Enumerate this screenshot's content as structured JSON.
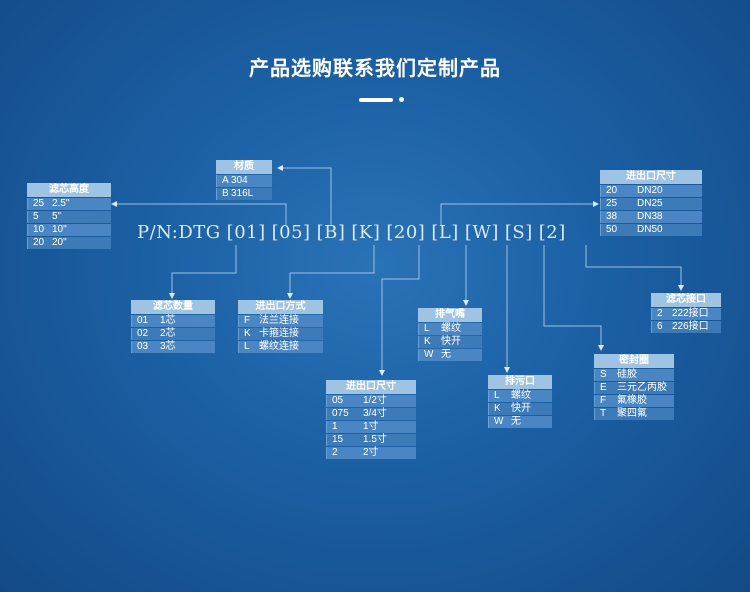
{
  "title": "产品选购联系我们定制产品",
  "pn": {
    "prefix": "P/N:DTG",
    "segments": [
      "[01]",
      "[05]",
      "[B]",
      "[K]",
      "[20]",
      "[L]",
      "[W]",
      "[S]",
      "[2]"
    ]
  },
  "tables": {
    "material": {
      "header": "材质",
      "rows": [
        [
          "A",
          "304"
        ],
        [
          "B",
          "316L"
        ]
      ]
    },
    "filter_height": {
      "header": "滤芯高度",
      "rows": [
        [
          "25",
          "2.5\""
        ],
        [
          "5",
          "5\""
        ],
        [
          "10",
          "10\""
        ],
        [
          "20",
          "20\""
        ]
      ]
    },
    "outlet_size_dn": {
      "header": "进出口尺寸",
      "rows": [
        [
          "20",
          "DN20"
        ],
        [
          "25",
          "DN25"
        ],
        [
          "38",
          "DN38"
        ],
        [
          "50",
          "DN50"
        ]
      ]
    },
    "filter_count": {
      "header": "滤芯数量",
      "rows": [
        [
          "01",
          "1芯"
        ],
        [
          "02",
          "2芯"
        ],
        [
          "03",
          "3芯"
        ]
      ]
    },
    "connection": {
      "header": "进出口方式",
      "rows": [
        [
          "F",
          "法兰连接"
        ],
        [
          "K",
          "卡箍连接"
        ],
        [
          "L",
          "螺纹连接"
        ]
      ]
    },
    "vent": {
      "header": "排气嘴",
      "rows": [
        [
          "L",
          "螺纹"
        ],
        [
          "K",
          "快开"
        ],
        [
          "W",
          "无"
        ]
      ]
    },
    "filter_interface": {
      "header": "滤芯接口",
      "rows": [
        [
          "2",
          "222接口"
        ],
        [
          "6",
          "226接口"
        ]
      ]
    },
    "seal": {
      "header": "密封圈",
      "rows": [
        [
          "S",
          "硅胶"
        ],
        [
          "E",
          "三元乙丙胶"
        ],
        [
          "F",
          "氟橡胶"
        ],
        [
          "T",
          "聚四氟"
        ]
      ]
    },
    "drain": {
      "header": "排污口",
      "rows": [
        [
          "L",
          "螺纹"
        ],
        [
          "K",
          "快开"
        ],
        [
          "W",
          "无"
        ]
      ]
    },
    "outlet_size_inch": {
      "header": "进出口尺寸",
      "rows": [
        [
          "05",
          "1/2寸"
        ],
        [
          "075",
          "3/4寸"
        ],
        [
          "1",
          "1寸"
        ],
        [
          "15",
          "1.5寸"
        ],
        [
          "2",
          "2寸"
        ]
      ]
    }
  }
}
